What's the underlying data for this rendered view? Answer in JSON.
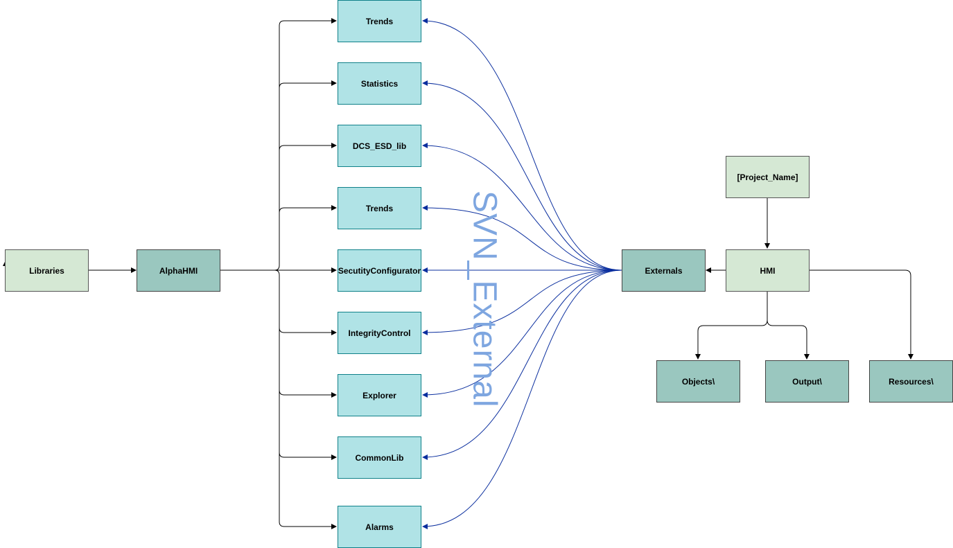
{
  "nodes": {
    "libraries": "Libraries",
    "alphahmi": "AlphaHMI",
    "trends_1": "Trends",
    "statistics": "Statistics",
    "dcs_esd_lib": "DCS_ESD_lib",
    "trends_2": "Trends",
    "security_configurator": "SecutityConfigurator",
    "integrity_control": "IntegrityControl",
    "explorer": "Explorer",
    "commonlib": "CommonLib",
    "alarms": "Alarms",
    "externals": "Externals",
    "hmi": "HMI",
    "project_name": "[Project_Name]",
    "objects": "Objects\\",
    "output": "Output\\",
    "resources": "Resources\\"
  },
  "watermark": "SVN_External",
  "colors": {
    "light_green": "#d5e8d4",
    "teal": "#9ac7bf",
    "cyan": "#b0e3e6",
    "blue_link": "#0a2e9e",
    "watermark": "#7ea6e0"
  }
}
